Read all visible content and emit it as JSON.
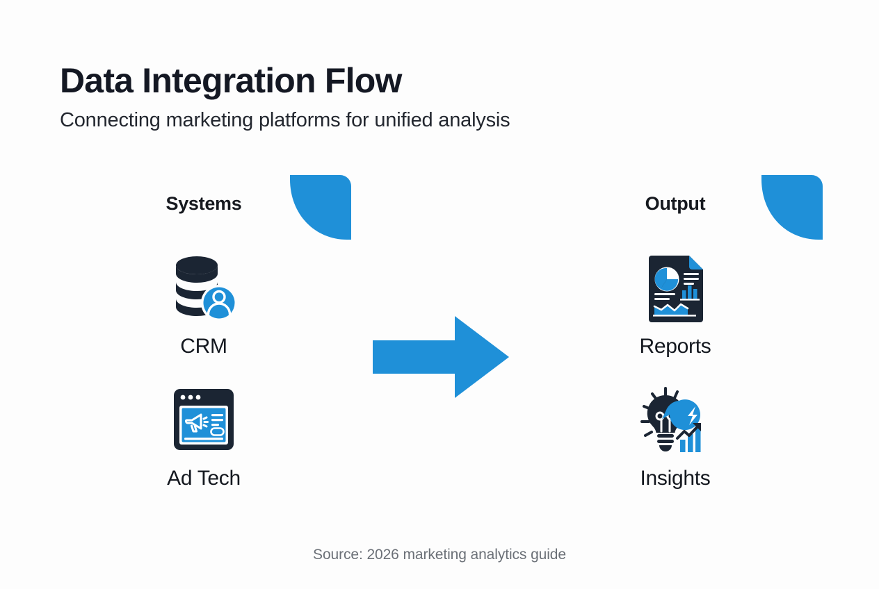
{
  "header": {
    "title": "Data Integration Flow",
    "subtitle": "Connecting marketing platforms for unified analysis"
  },
  "columns": [
    {
      "id": "systems",
      "title": "Systems",
      "decoration": "blue-leaf-shape",
      "nodes": [
        {
          "label": "CRM",
          "icon": "database-user-icon"
        },
        {
          "label": "Ad Tech",
          "icon": "browser-megaphone-icon"
        }
      ]
    },
    {
      "id": "output",
      "title": "Output",
      "decoration": "blue-leaf-shape",
      "nodes": [
        {
          "label": "Reports",
          "icon": "document-charts-icon"
        },
        {
          "label": "Insights",
          "icon": "lightbulb-growth-icon"
        }
      ]
    }
  ],
  "connector": {
    "icon": "right-arrow-icon",
    "direction": "right"
  },
  "footer": {
    "source": "Source: 2026 marketing analytics guide"
  },
  "colors": {
    "background": "#fdfdfd",
    "accent_blue": "#1f90d8",
    "dark_navy": "#1b2533",
    "title_text": "#141823",
    "body_text": "#14181f",
    "muted_text": "#6b7077"
  }
}
